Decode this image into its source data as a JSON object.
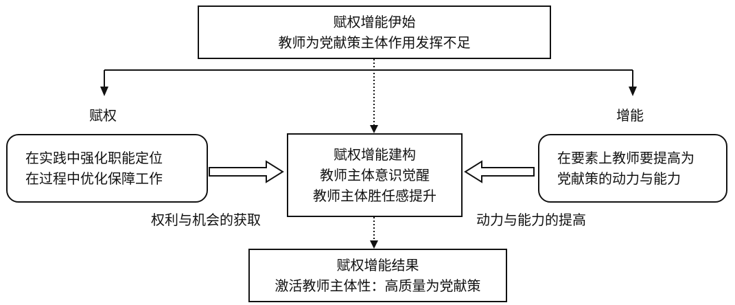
{
  "top_box": {
    "line1": "赋权增能伊始",
    "line2": "教师为党献策主体作用发挥不足"
  },
  "center_box": {
    "line1": "赋权增能建构",
    "line2": "教师主体意识觉醒",
    "line3": "教师主体胜任感提升"
  },
  "bottom_box": {
    "line1": "赋权增能结果",
    "line2": "激活教师主体性：高质量为党献策"
  },
  "left_box": {
    "line1": "在实践中强化职能定位",
    "line2": "在过程中优化保障工作"
  },
  "right_box": {
    "line1": "在要素上教师要提高为",
    "line2": "党献策的动力与能力"
  },
  "labels": {
    "left_branch": "赋权",
    "right_branch": "增能",
    "left_arrow": "权利与机会的获取",
    "right_arrow": "动力与能力的提高"
  }
}
